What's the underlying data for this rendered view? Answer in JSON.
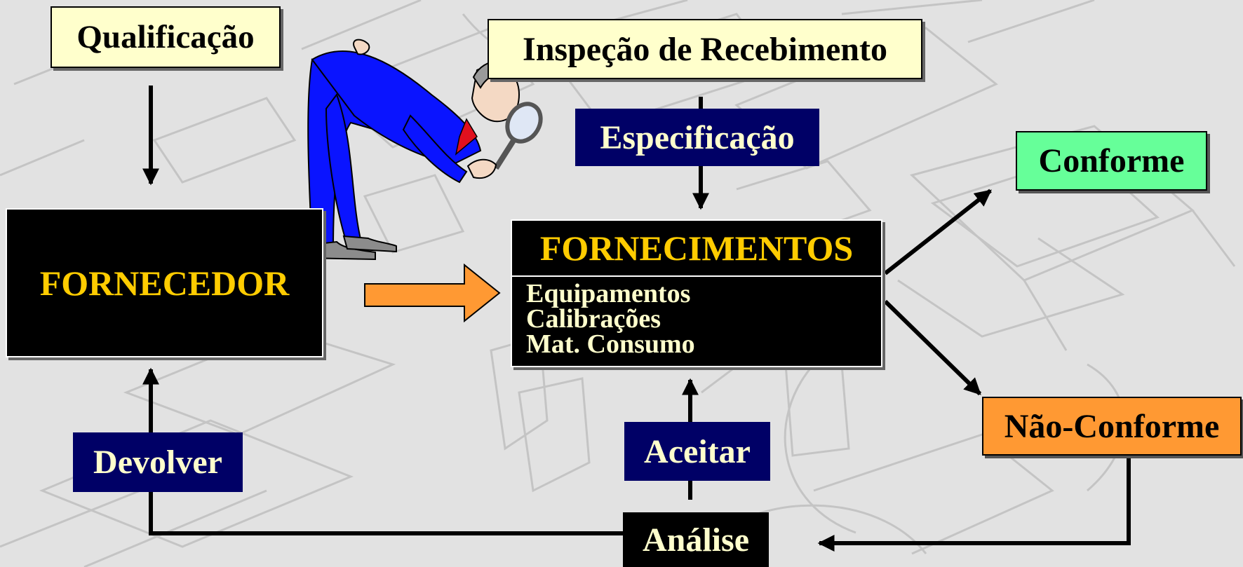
{
  "diagram": {
    "qualificacao": "Qualificação",
    "inspecao": "Inspeção de Recebimento",
    "especificacao": "Especificação",
    "fornecedor": "FORNECEDOR",
    "fornecimentos": {
      "title": "FORNECIMENTOS",
      "items": [
        "Equipamentos",
        "Calibrações",
        "Mat. Consumo"
      ]
    },
    "conforme": "Conforme",
    "nao_conforme": "Não-Conforme",
    "devolver": "Devolver",
    "aceitar": "Aceitar",
    "analise": "Análise"
  },
  "colors": {
    "background": "#e2e2e2",
    "navy": "#000066",
    "note_yellow": "#ffffcc",
    "title_gold": "#ffcc00",
    "conforme_green": "#66ff99",
    "nao_conforme_orange": "#ff9933",
    "inspector_suit": "#0a14ff"
  },
  "icons": [
    "inspector-with-magnifying-glass-icon",
    "big-orange-arrow-icon"
  ]
}
